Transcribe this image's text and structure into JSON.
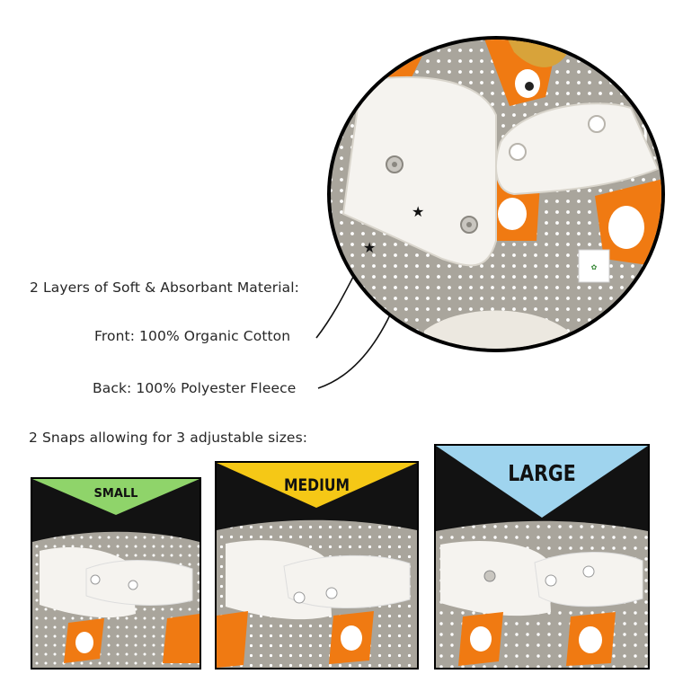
{
  "features": {
    "layers_heading": "2 Layers of Soft & Absorbant Material:",
    "front_label": "Front: 100% Organic Cotton",
    "back_label": "Back: 100% Polyester Fleece"
  },
  "sizes": {
    "heading": "2 Snaps allowing for 3 adjustable sizes:",
    "small": {
      "label": "SMALL",
      "banner_color": "#8fd46a"
    },
    "medium": {
      "label": "MEDIUM",
      "banner_color": "#f5c816"
    },
    "large": {
      "label": "LARGE",
      "banner_color": "#9fd4ee"
    }
  },
  "colors": {
    "fabric_grey": "#a9a59c",
    "fox_orange": "#f07a12",
    "fleece_white": "#f5f3ef"
  }
}
